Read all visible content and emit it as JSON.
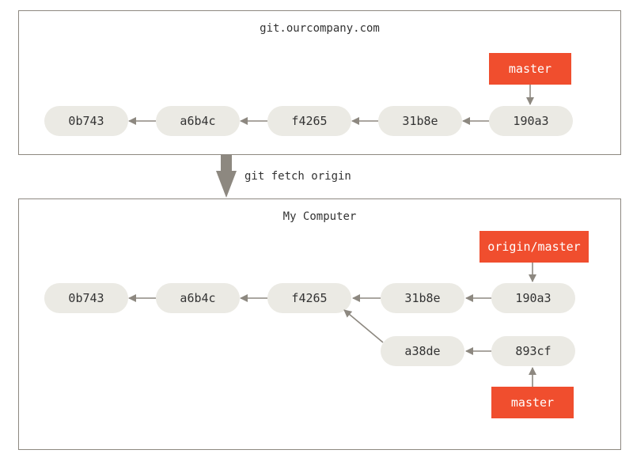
{
  "remote": {
    "title": "git.ourcompany.com",
    "commits": [
      "0b743",
      "a6b4c",
      "f4265",
      "31b8e",
      "190a3"
    ],
    "branch": "master"
  },
  "fetch_command": "git fetch origin",
  "local": {
    "title": "My Computer",
    "commits_main": [
      "0b743",
      "a6b4c",
      "f4265",
      "31b8e",
      "190a3"
    ],
    "commits_branch": [
      "a38de",
      "893cf"
    ],
    "remote_branch": "origin/master",
    "branch": "master"
  },
  "colors": {
    "commit_fill": "#ebeae4",
    "branch_fill": "#f04e2e",
    "arrow": "#8d8880"
  }
}
